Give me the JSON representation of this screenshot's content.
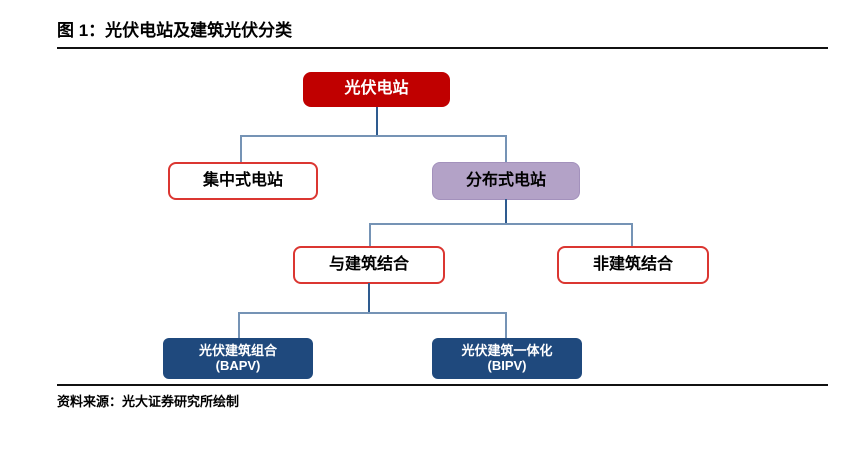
{
  "figure": {
    "title": "图 1：光伏电站及建筑光伏分类",
    "source": "资料来源：光大证券研究所绘制"
  },
  "nodes": {
    "root": {
      "label": "光伏电站"
    },
    "centralized": {
      "label": "集中式电站"
    },
    "distributed": {
      "label": "分布式电站"
    },
    "building_combined": {
      "label": "与建筑结合"
    },
    "non_building": {
      "label": "非建筑结合"
    },
    "bapv": {
      "label": "光伏建筑组合",
      "sublabel": "(BAPV)"
    },
    "bipv": {
      "label": "光伏建筑一体化",
      "sublabel": "(BIPV)"
    }
  },
  "colors": {
    "node_red_fill": "#C00000",
    "node_red_border": "#DB3631",
    "node_lavender_fill": "#B3A2C7",
    "node_lavender_border": "#A391BC",
    "node_navy_fill": "#1F497D",
    "connector_dark": "#2E5B8F",
    "connector_light": "#7593B5"
  }
}
